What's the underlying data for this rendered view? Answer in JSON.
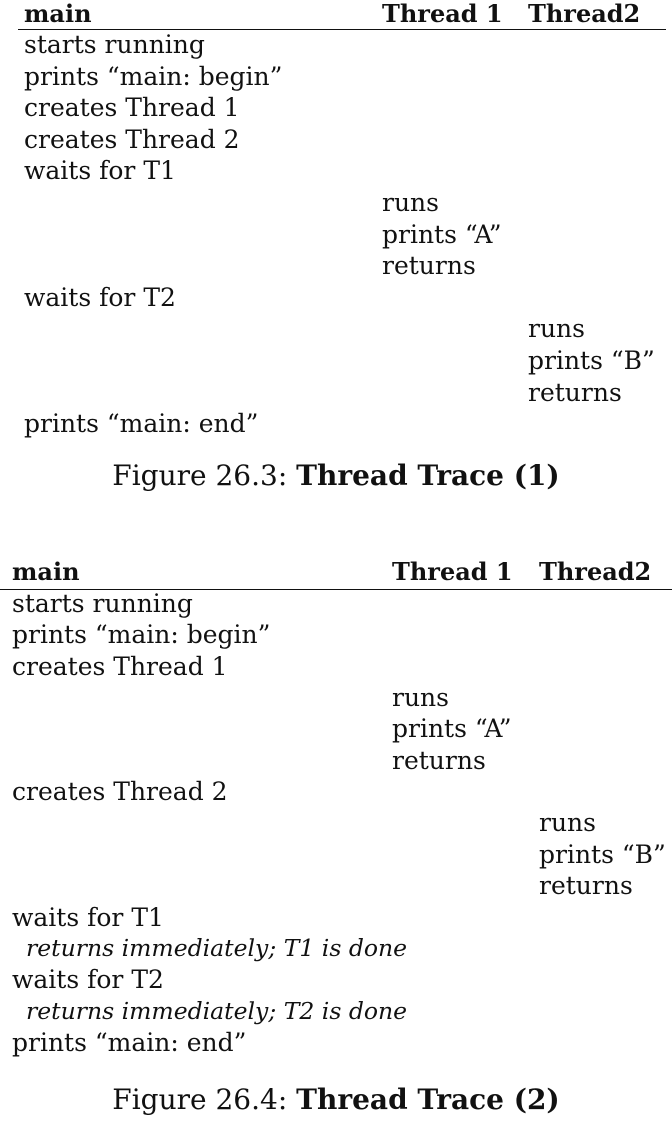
{
  "figure1": {
    "headers": {
      "main": "main",
      "t1": "Thread 1",
      "t2": "Thread2"
    },
    "rows": [
      {
        "main": "starts running",
        "t1": "",
        "t2": ""
      },
      {
        "main": "prints “main: begin”",
        "t1": "",
        "t2": ""
      },
      {
        "main": "creates Thread 1",
        "t1": "",
        "t2": ""
      },
      {
        "main": "creates Thread 2",
        "t1": "",
        "t2": ""
      },
      {
        "main": "waits for T1",
        "t1": "",
        "t2": ""
      },
      {
        "main": "",
        "t1": "runs",
        "t2": ""
      },
      {
        "main": "",
        "t1": "prints “A”",
        "t2": ""
      },
      {
        "main": "",
        "t1": "returns",
        "t2": ""
      },
      {
        "main": "waits for T2",
        "t1": "",
        "t2": ""
      },
      {
        "main": "",
        "t1": "",
        "t2": "runs"
      },
      {
        "main": "",
        "t1": "",
        "t2": "prints “B”"
      },
      {
        "main": "",
        "t1": "",
        "t2": "returns"
      },
      {
        "main": "prints “main: end”",
        "t1": "",
        "t2": ""
      }
    ],
    "caption_prefix": "Figure 26.3: ",
    "caption_title": "Thread Trace (1)"
  },
  "figure2": {
    "headers": {
      "main": "main",
      "t1": "Thread 1",
      "t2": "Thread2"
    },
    "rows": [
      {
        "main": "starts running",
        "t1": "",
        "t2": ""
      },
      {
        "main": "prints “main: begin”",
        "t1": "",
        "t2": ""
      },
      {
        "main": "creates Thread 1",
        "t1": "",
        "t2": ""
      },
      {
        "main": "",
        "t1": "runs",
        "t2": ""
      },
      {
        "main": "",
        "t1": "prints “A”",
        "t2": ""
      },
      {
        "main": "",
        "t1": "returns",
        "t2": ""
      },
      {
        "main": "creates Thread 2",
        "t1": "",
        "t2": ""
      },
      {
        "main": "",
        "t1": "",
        "t2": "runs"
      },
      {
        "main": "",
        "t1": "",
        "t2": "prints “B”"
      },
      {
        "main": "",
        "t1": "",
        "t2": "returns"
      },
      {
        "main": "waits for T1",
        "t1": "",
        "t2": ""
      },
      {
        "main": "returns immediately; T1 is done",
        "t1": "",
        "t2": "",
        "note": true
      },
      {
        "main": "waits for T2",
        "t1": "",
        "t2": ""
      },
      {
        "main": "returns immediately; T2 is done",
        "t1": "",
        "t2": "",
        "note": true
      },
      {
        "main": "prints “main: end”",
        "t1": "",
        "t2": ""
      }
    ],
    "caption_prefix": "Figure 26.4: ",
    "caption_title": "Thread Trace (2)"
  }
}
